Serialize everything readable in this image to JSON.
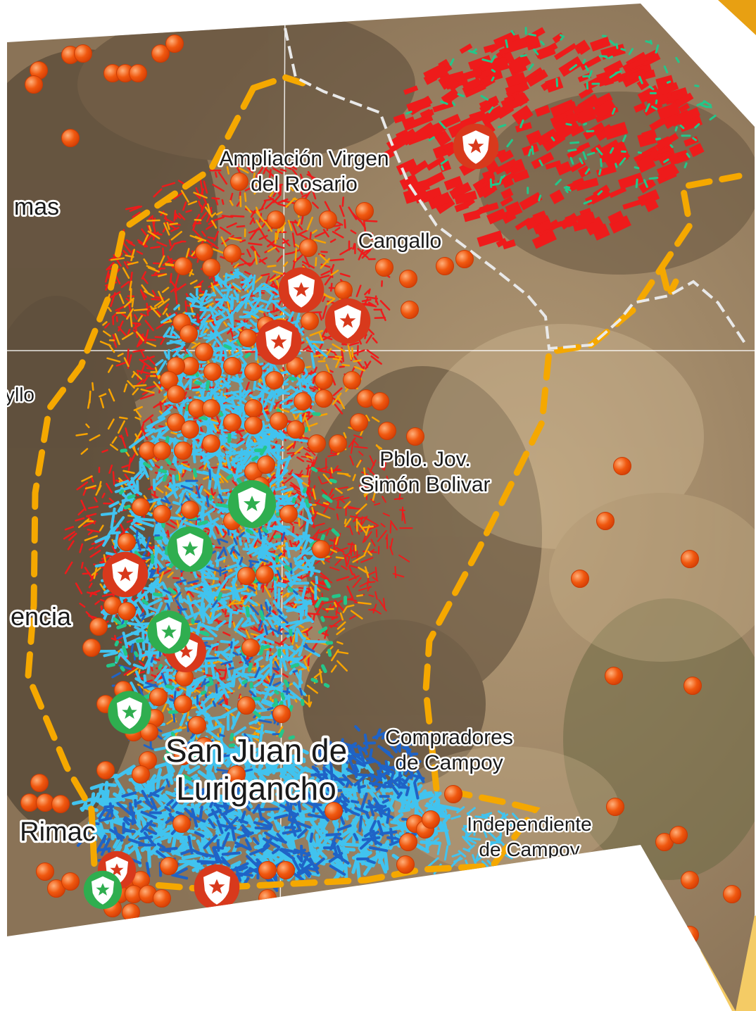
{
  "map": {
    "labels": [
      {
        "id": "ampliacion",
        "lines": [
          "Ampliación Virgen",
          "del Rosario"
        ]
      },
      {
        "id": "cangallo",
        "lines": [
          "Cangallo"
        ]
      },
      {
        "id": "mas",
        "lines": [
          "mas"
        ]
      },
      {
        "id": "yllo",
        "lines": [
          "yllo"
        ]
      },
      {
        "id": "pblo",
        "lines": [
          "Pblo. Jov.",
          "Simón Bolivar"
        ]
      },
      {
        "id": "encia",
        "lines": [
          "encia"
        ]
      },
      {
        "id": "sjl",
        "lines": [
          "San Juan de",
          "Lurigancho"
        ]
      },
      {
        "id": "compradores",
        "lines": [
          "Compradores",
          "de Campoy"
        ]
      },
      {
        "id": "rimac",
        "lines": [
          "Rimac"
        ]
      },
      {
        "id": "independiente",
        "lines": [
          "Independiente",
          "de Campoy"
        ]
      }
    ],
    "markers": {
      "incident_dot": {
        "color": "#f05a14",
        "icon": "circle-dot-icon"
      },
      "police_station": {
        "color": "#d8391c",
        "icon": "police-shield-icon"
      },
      "serenazgo_station": {
        "color": "#2fae4f",
        "icon": "green-shield-icon"
      }
    },
    "colors": {
      "district_boundary": "#f5a800",
      "road_red": "#ee1b1b",
      "road_cyan": "#41c3ef",
      "road_blue": "#1f63c6",
      "road_orange": "#f7a300",
      "green_area": "#23c78a",
      "grid_line": "#ffffff",
      "accent": "#e8a012"
    }
  }
}
